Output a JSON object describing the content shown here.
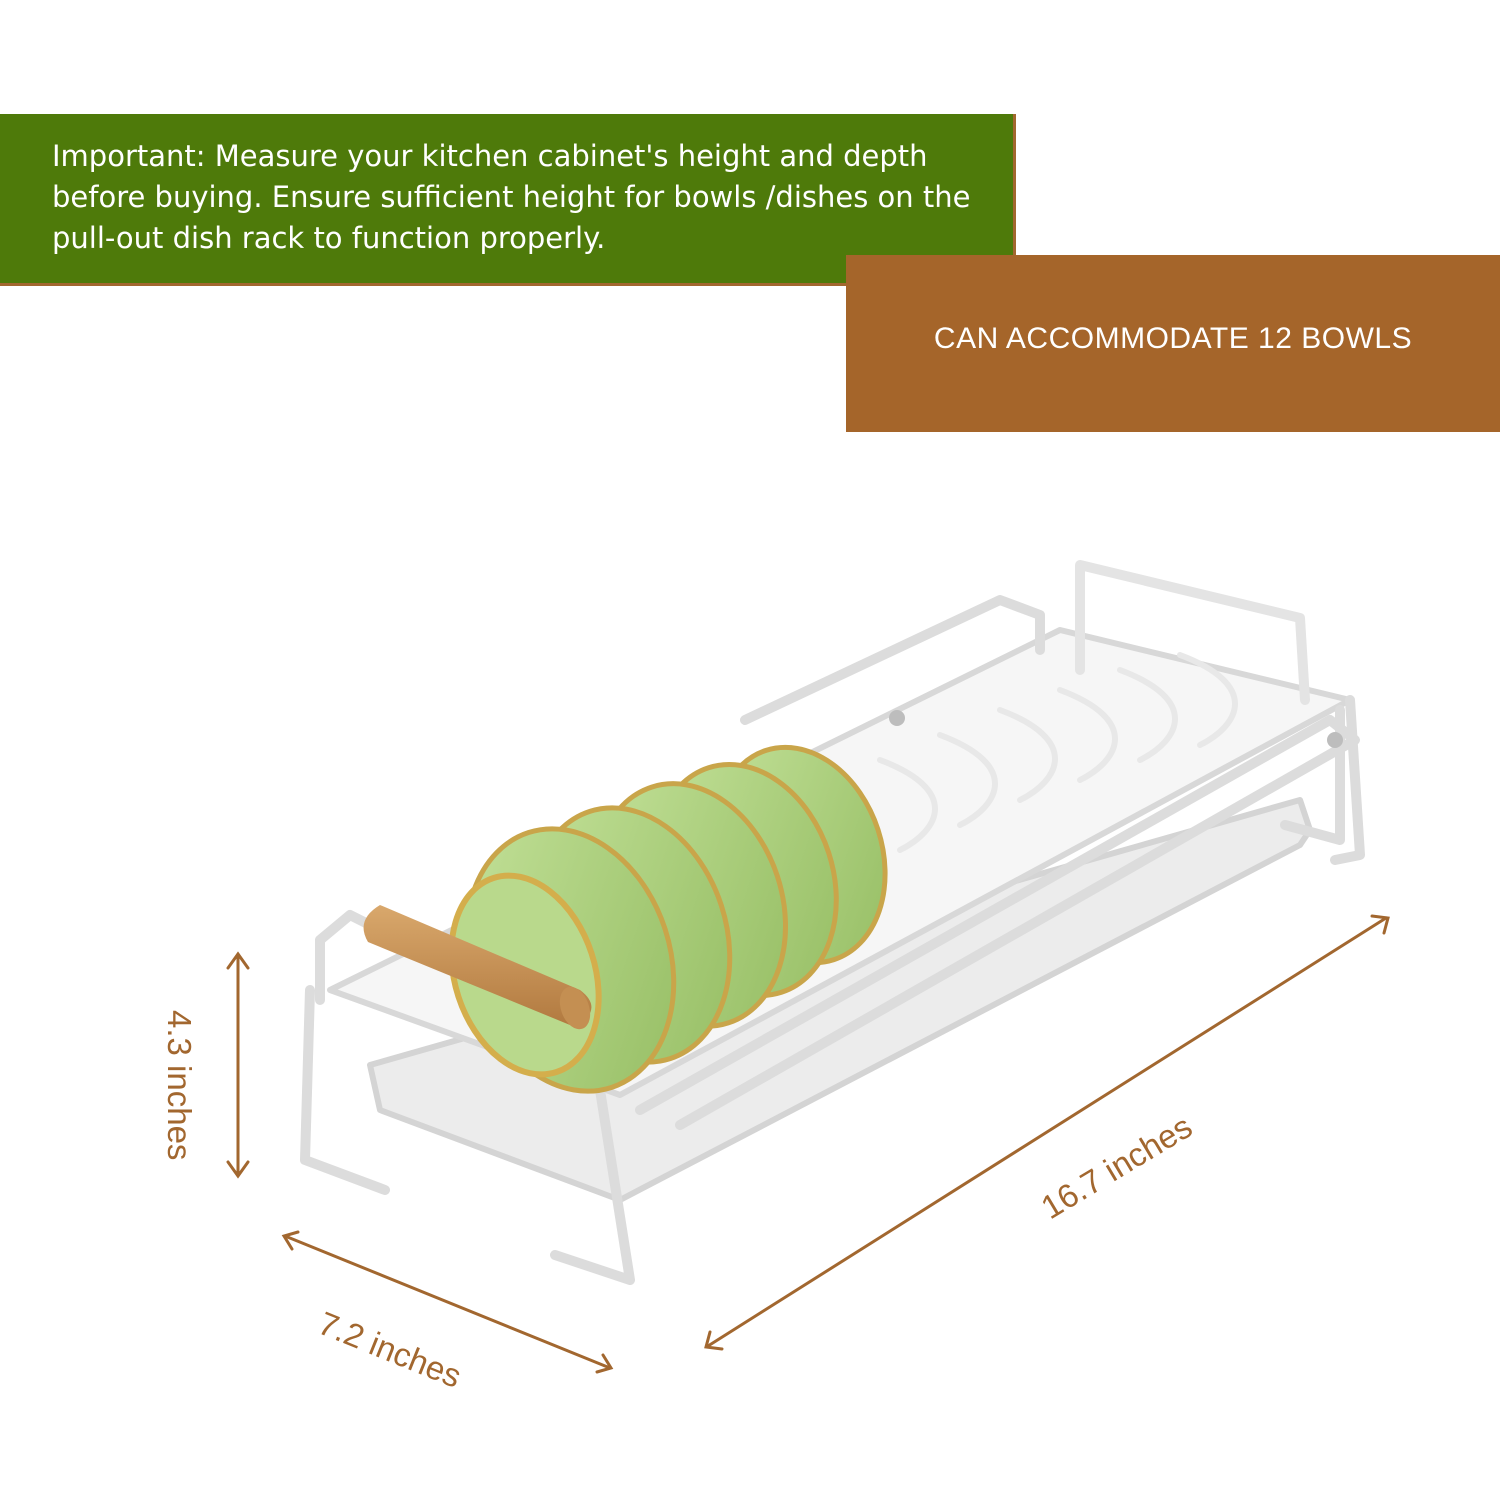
{
  "notice": {
    "text": "Important: Measure your kitchen cabinet's height and depth before buying. Ensure sufficient height for bowls /dishes on the pull-out dish rack to function properly.",
    "background": "#4e7a0a"
  },
  "capacity": {
    "text": "CAN ACCOMMODATE 12 BOWLS",
    "background": "#a5652a"
  },
  "dimensions": {
    "height": "4.3 inches",
    "width": "7.2 inches",
    "length": "16.7 inches",
    "color": "#a2672f"
  },
  "product": {
    "name": "pull-out dish rack",
    "bowl_color": "#a8cf7a",
    "handle_color": "#c8965a",
    "frame_color": "#f2f2f2"
  }
}
